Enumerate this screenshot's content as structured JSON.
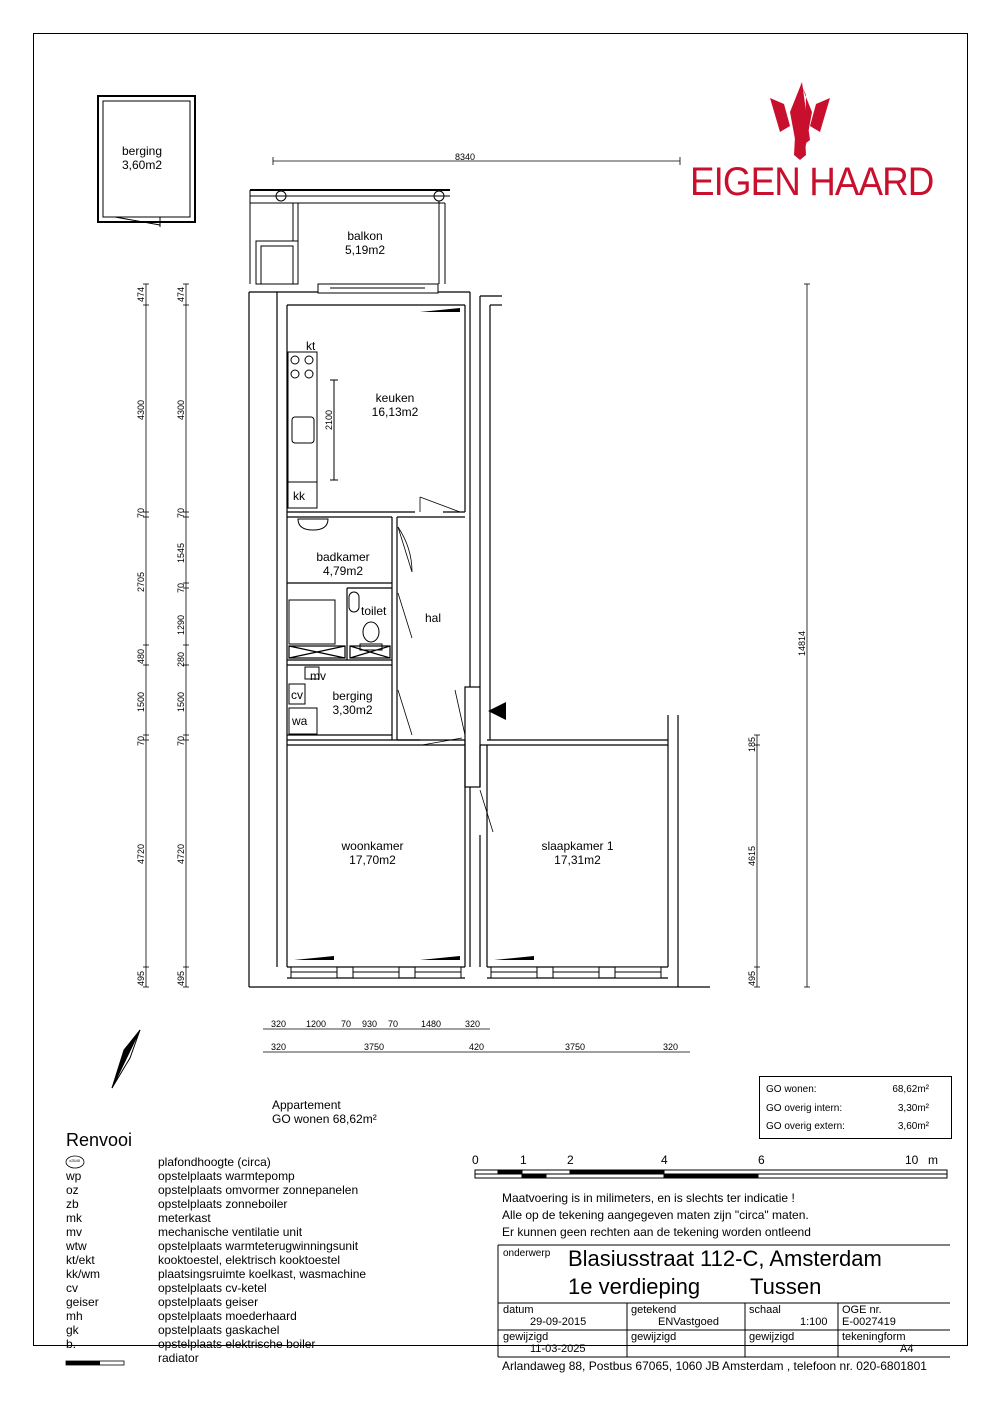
{
  "brand": {
    "name": "EIGEN HAARD",
    "color": "#c8102e"
  },
  "storage_shed": {
    "name": "berging",
    "area": "3,60m2"
  },
  "rooms": {
    "balkon": {
      "name": "balkon",
      "area": "5,19m2"
    },
    "keuken": {
      "name": "keuken",
      "area": "16,13m2",
      "kt": "kt",
      "kk": "kk"
    },
    "badkamer": {
      "name": "badkamer",
      "area": "4,79m2"
    },
    "toilet": {
      "name": "toilet"
    },
    "hal": {
      "name": "hal"
    },
    "berging": {
      "name": "berging",
      "area": "3,30m2",
      "mv": "mv",
      "cv": "cv",
      "wa": "wa"
    },
    "woonkamer": {
      "name": "woonkamer",
      "area": "17,70m2"
    },
    "slaapkamer": {
      "name": "slaapkamer 1",
      "area": "17,31m2"
    }
  },
  "dimensions": {
    "top_width": "8340",
    "keuken_inner": "2100",
    "left_outer": [
      "474",
      "4300",
      "70",
      "2705",
      "480",
      "1500",
      "70",
      "4720",
      "495"
    ],
    "left_inner": [
      "474",
      "4300",
      "70",
      "1545",
      "70",
      "1290",
      "280",
      "1500",
      "70",
      "4720",
      "495"
    ],
    "right_total": "14814",
    "right_slaap": [
      "185",
      "4615",
      "495"
    ],
    "bottom_row1": [
      "320",
      "1200",
      "70",
      "930",
      "70",
      "1480",
      "320"
    ],
    "bottom_row2": [
      "320",
      "3750",
      "420",
      "3750",
      "320"
    ]
  },
  "appartement": {
    "line1": "Appartement",
    "line2": "GO wonen 68,62m²"
  },
  "go_box": [
    {
      "label": "GO wonen:",
      "value": "68,62m²"
    },
    {
      "label": "GO overig intern:",
      "value": "3,30m²"
    },
    {
      "label": "GO overig extern:",
      "value": "3,60m²"
    }
  ],
  "scale_bar": {
    "labels": [
      "0",
      "1",
      "2",
      "4",
      "6",
      "10"
    ],
    "unit": "m"
  },
  "notes": [
    "Maatvoering is in milimeters, en is slechts ter indicatie !",
    "Alle op de tekening aangegeven maten zijn \"circa\" maten.",
    "Er kunnen geen rechten aan de tekening worden ontleend"
  ],
  "title_block": {
    "onderwerp_label": "onderwerp",
    "address": "Blasiusstraat 112-C, Amsterdam",
    "floor": "1e verdieping",
    "type": "Tussen",
    "datum_label": "datum",
    "datum": "29-09-2015",
    "getekend_label": "getekend",
    "getekend": "ENVastgoed",
    "schaal_label": "schaal",
    "schaal": "1:100",
    "oge_label": "OGE nr.",
    "oge": "E-0027419",
    "gewijzigd_label": "gewijzigd",
    "gewijzigd": "11-03-2025",
    "gewijzigd2_label": "gewijzigd",
    "gewijzigd3_label": "gewijzigd",
    "tekeningform_label": "tekeningform",
    "tekeningform": "A4",
    "footer": "Arlandaweg 88, Postbus 67065, 1060 JB Amsterdam , telefoon nr. 020-6801801"
  },
  "legend": {
    "title": "Renvooi",
    "ceiling_symbol": "±2540",
    "items": [
      {
        "abbr": "",
        "desc": "plafondhoogte (circa)"
      },
      {
        "abbr": "wp",
        "desc": "opstelplaats warmtepomp"
      },
      {
        "abbr": "oz",
        "desc": "opstelplaats omvormer zonnepanelen"
      },
      {
        "abbr": "zb",
        "desc": "opstelplaats zonneboiler"
      },
      {
        "abbr": "mk",
        "desc": "meterkast"
      },
      {
        "abbr": "mv",
        "desc": "mechanische ventilatie unit"
      },
      {
        "abbr": "wtw",
        "desc": "opstelplaats warmteterugwinningsunit"
      },
      {
        "abbr": "kt/ekt",
        "desc": "kooktoestel, elektrisch kooktoestel"
      },
      {
        "abbr": "kk/wm",
        "desc": "plaatsingsruimte koelkast, wasmachine"
      },
      {
        "abbr": "cv",
        "desc": "opstelplaats cv-ketel"
      },
      {
        "abbr": "geiser",
        "desc": "opstelplaats geiser"
      },
      {
        "abbr": "mh",
        "desc": "opstelplaats moederhaard"
      },
      {
        "abbr": "gk",
        "desc": "opstelplaats gaskachel"
      },
      {
        "abbr": "b.",
        "desc": "opstelplaats elektrische boiler"
      },
      {
        "abbr": "",
        "desc": "radiator"
      }
    ]
  }
}
